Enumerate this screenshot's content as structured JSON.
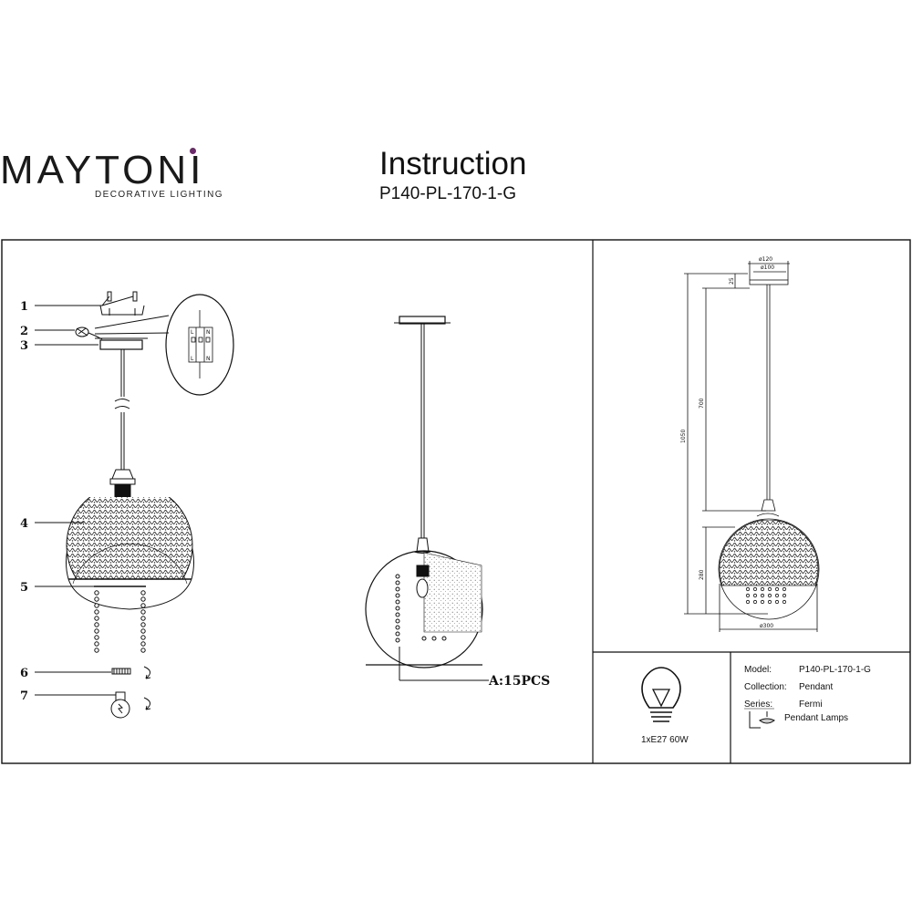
{
  "brand": {
    "name": "MAYTONI",
    "tagline": "DECORATIVE LIGHTING"
  },
  "document": {
    "title": "Instruction",
    "code": "P140-PL-170-1-G"
  },
  "parts": [
    "1",
    "2",
    "3",
    "4",
    "5",
    "6",
    "7"
  ],
  "terminal_labels": [
    "L",
    "N",
    "L",
    "N"
  ],
  "crystal_note": "A:15PCS",
  "dimensions": {
    "canopy_outer": "ø120",
    "canopy_inner": "ø100",
    "canopy_height": "25",
    "cable_length": "700",
    "total_height": "1050",
    "shade_height": "280",
    "shade_diameter": "ø300"
  },
  "bulb": {
    "spec": "1xE27 60W"
  },
  "spec": {
    "model_label": "Model:",
    "model_value": "P140-PL-170-1-G",
    "collection_label": "Collection:",
    "collection_value": "Pendant",
    "series_label": "Series:",
    "series_value": "Fermi",
    "category": "Pendant Lamps"
  },
  "colors": {
    "brand_accent": "#6b2a6a",
    "line": "#111111"
  }
}
